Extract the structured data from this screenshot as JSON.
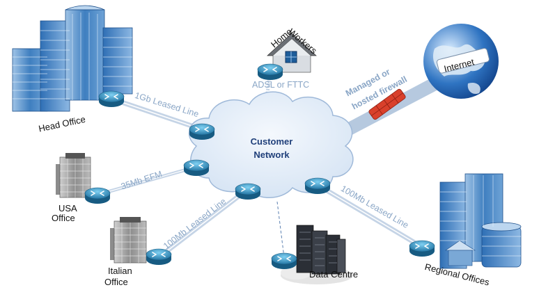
{
  "colors": {
    "link_line": "#c5d4e6",
    "link_text": "#8aa6c6",
    "router": "#2a86b3",
    "cloud": "#dce8f5",
    "cloud_stroke": "#9fb9d9",
    "firewall": "#d9402b",
    "internet_beam": "#a9bfd9"
  },
  "cloud": {
    "line1": "Customer",
    "line2": "Network"
  },
  "sites": {
    "head_office": "Head Office",
    "usa_line1": "USA",
    "usa_line2": "Office",
    "italian_line1": "Italian",
    "italian_line2": "Office",
    "data_centre": "Data Centre",
    "regional_offices": "Regional Offices",
    "home_word1": "Home",
    "home_word2": "Workers",
    "internet": "Internet"
  },
  "links": {
    "head_office": "1Gb Leased Line",
    "usa": "35Mb EFM",
    "italian": "100Mb Leased Line",
    "regional": "100Mb Leased Line",
    "home": "ADSL or FTTC",
    "internet_line1": "Managed or",
    "internet_line2": "hosted firewall"
  },
  "icons": {
    "head_office": "office-tower-icon",
    "usa": "office-block-icon",
    "italian": "office-block-icon",
    "data_centre": "server-rack-icon",
    "regional": "office-tower-icon",
    "home": "house-icon",
    "internet": "globe-icon",
    "router": "router-icon",
    "firewall": "firewall-icon"
  }
}
